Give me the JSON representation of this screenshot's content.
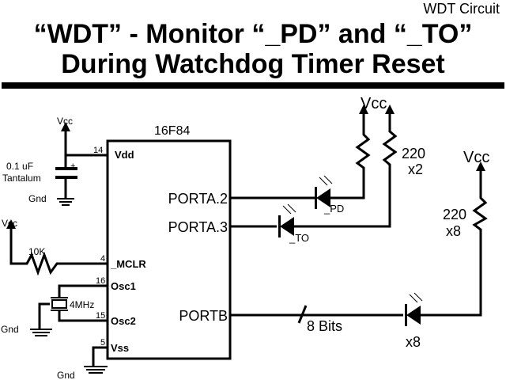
{
  "header": {
    "corner_label": "WDT Circuit",
    "title_line1": "“WDT” - Monitor “_PD” and “_TO”",
    "title_line2": "During Watchdog Timer Reset"
  },
  "chip": {
    "name": "16F84",
    "pins": {
      "vdd": {
        "number": "14",
        "label": "Vdd"
      },
      "mclr": {
        "number": "4",
        "label": "_MCLR"
      },
      "osc1": {
        "number": "16",
        "label": "Osc1"
      },
      "osc2": {
        "number": "15",
        "label": "Osc2"
      },
      "vss": {
        "number": "5",
        "label": "Vss"
      },
      "porta2": {
        "label": "PORTA.2"
      },
      "porta3": {
        "label": "PORTA.3"
      },
      "portb": {
        "label": "PORTB"
      }
    }
  },
  "components": {
    "cap_value": "0.1 uF",
    "cap_type": "Tantalum",
    "cap_polarity": "+",
    "mclr_resistor": "10K",
    "crystal": "4MHz",
    "led_resistors_value": "220",
    "led_resistors_count": "x2",
    "portb_resistors_value": "220",
    "portb_resistors_count": "x8",
    "led_pd_label": "_PD",
    "led_to_label": "_TO",
    "bus_label": "8 Bits",
    "portb_led_count": "x8"
  },
  "nets": {
    "vcc": "Vcc",
    "gnd": "Gnd"
  }
}
